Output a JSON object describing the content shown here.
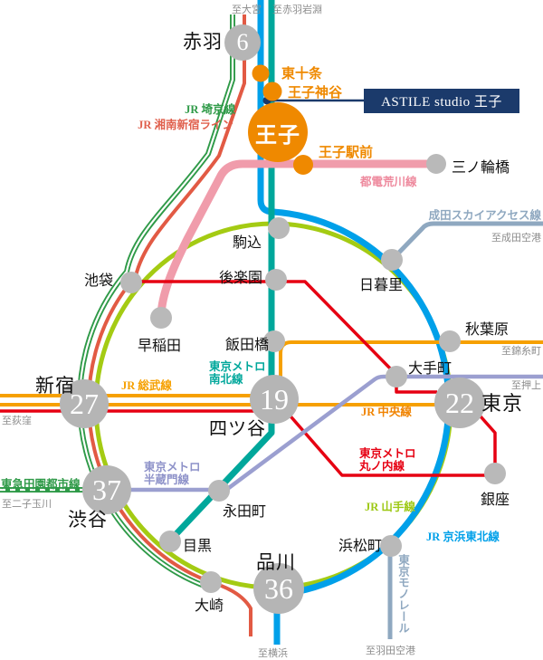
{
  "callout": {
    "label": "ASTILE studio 王子"
  },
  "stations": {
    "oji": "王子",
    "akabane": "赤羽",
    "higashijujo": "東十条",
    "ojikamiya": "王子神谷",
    "ojiekimae": "王子駅前",
    "minowabashi": "三ノ輪橋",
    "komagome": "駒込",
    "nippori": "日暮里",
    "korakuen": "後楽園",
    "ikebukuro": "池袋",
    "waseda": "早稲田",
    "iidabashi": "飯田橋",
    "akihabara": "秋葉原",
    "otemachi": "大手町",
    "shinjuku": "新宿",
    "yotsuya": "四ツ谷",
    "tokyo": "東京",
    "ginza": "銀座",
    "shibuya": "渋谷",
    "nagatacho": "永田町",
    "meguro": "目黒",
    "shinagawa": "品川",
    "osaki": "大崎",
    "hamamatsucho": "浜松町"
  },
  "travel_times_minutes": {
    "akabane": "6",
    "shinjuku": "27",
    "yotsuya": "19",
    "tokyo": "22",
    "shibuya": "37",
    "shinagawa": "36"
  },
  "lines": {
    "saikyo": "JR 埼京線",
    "shonan_shinjuku": "JR 湘南新宿ライン",
    "toden_arakawa": "都電荒川線",
    "narita_sky_access": "成田スカイアクセス線",
    "sobu": "JR 総武線",
    "chuo": "JR 中央線",
    "nanboku_1": "東京メトロ",
    "nanboku_2": "南北線",
    "marunouchi_1": "東京メトロ",
    "marunouchi_2": "丸ノ内線",
    "hanzomon_1": "東京メトロ",
    "hanzomon_2": "半蔵門線",
    "yamanote": "JR 山手線",
    "keihin_tohoku": "JR 京浜東北線",
    "denentoshi": "東急田園都市線",
    "monorail": "東京モノレール"
  },
  "destinations": {
    "omiya": "至大宮",
    "akabane_iwabuchi": "至赤羽岩淵",
    "narita_airport": "至成田空港",
    "kinshicho": "至錦糸町",
    "oshiage": "至押上",
    "ogikubo": "至荻窪",
    "futakotamagawa": "至二子玉川",
    "yokohama": "至横浜",
    "haneda_airport": "至羽田空港"
  },
  "colors": {
    "yamanote_green": "#a4cb13",
    "keihin_tohoku_blue": "#00a0e9",
    "nanboku_teal": "#00a79b",
    "saikyo_green": "#2f9a48",
    "shonan_shinjuku_red": "#e25a44",
    "toden_pink": "#f09cab",
    "chuo_sobu_orange": "#f6a000",
    "marunouchi_red": "#e60012",
    "hanzomon_purple": "#9b9fd0",
    "denentoshi_green": "#2f9a48",
    "airport_access_blue": "#8fa8c0",
    "station_gray": "#b5b5b5",
    "oji_orange": "#ef8900",
    "callout_navy": "#1b3a6b"
  }
}
